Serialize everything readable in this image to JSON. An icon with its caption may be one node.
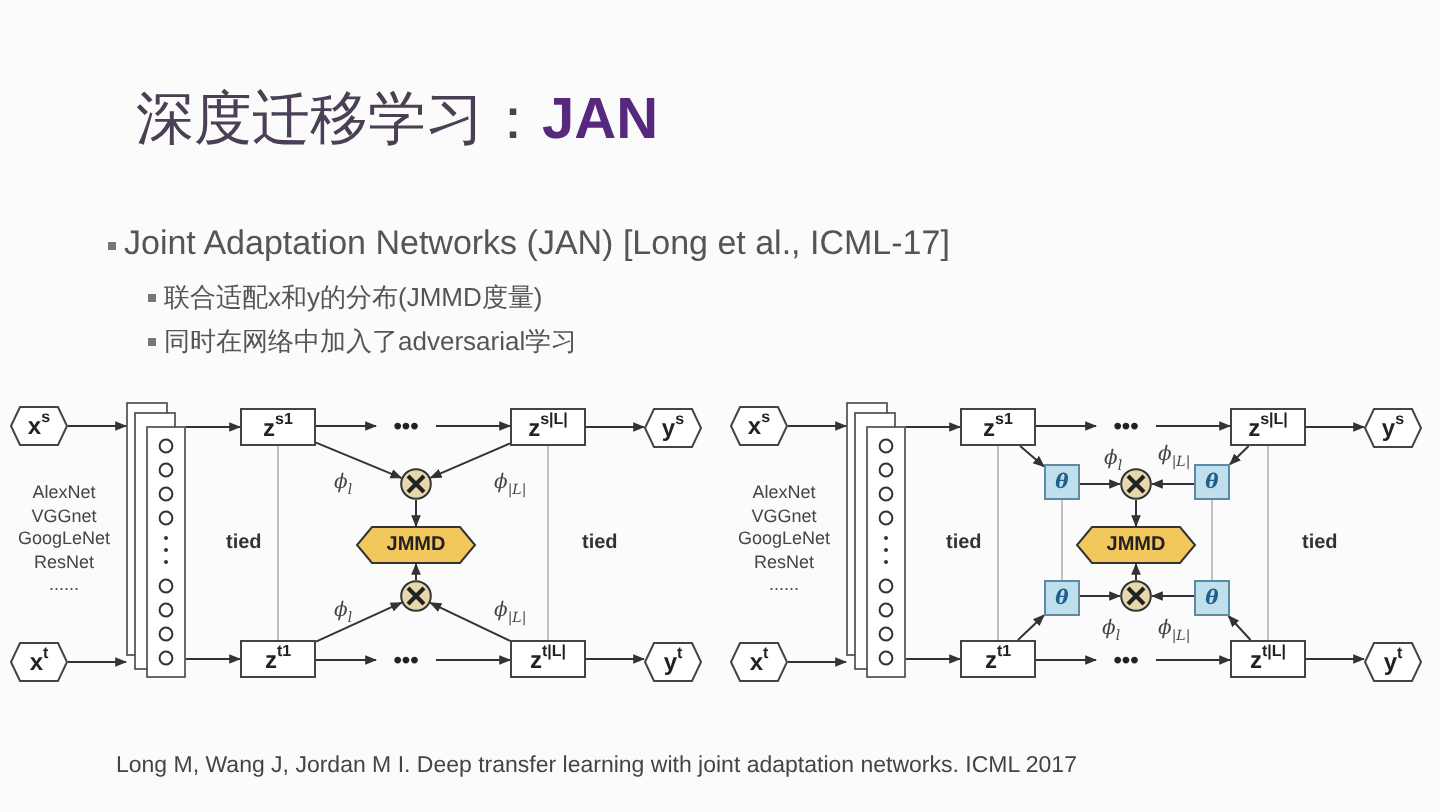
{
  "diagram": {
    "title": "深度迁移学习：**JAN**",
    "caption": "Long M, Wang J, Jordan M I. Deep transfer learning with joint adaptation networks. ICML 2017",
    "nodes": [
      {
        "text": [
          "x$^{s}$"
        ]
      },
      {
        "text": [],
        "shape": "box",
        "beside": [
          "AlexNet",
          "VGGnet",
          "GoogLeNet",
          "ResNet",
          "......"
        ]
      },
      {
        "text": [
          "z$^{s1}$"
        ]
      },
      {
        "text": [
          "•••"
        ]
      },
      {
        "text": [
          "z$^{s|L|}$"
        ]
      },
      {
        "text": [
          "y$^{s}$"
        ]
      },
      {
        "text": [
          "x$^{t}$"
        ]
      },
      {
        "text": [
          "z$^{t1}$"
        ]
      },
      {
        "text": [
          "•••"
        ]
      },
      {
        "text": [
          "z$^{t|L|}$"
        ]
      },
      {
        "text": [
          "y$^{t}$"
        ]
      },
      {
        "text": [],
        "shape": "circle"
      },
      {
        "text": [
          "JMMD"
        ]
      },
      {
        "text": [],
        "shape": "circle"
      },
      {
        "text": [
          "x$^{s}$"
        ]
      },
      {
        "text": [],
        "shape": "box",
        "beside": [
          "AlexNet",
          "VGGnet",
          "GoogLeNet",
          "ResNet",
          "......"
        ]
      },
      {
        "text": [
          "z$^{s1}$"
        ]
      },
      {
        "text": [
          "•••"
        ]
      },
      {
        "text": [
          "z$^{s|L|}$"
        ]
      },
      {
        "text": [
          "y$^{s}$"
        ]
      },
      {
        "text": [
          "x$^{t}$"
        ]
      },
      {
        "text": [
          "z$^{t1}$"
        ]
      },
      {
        "text": [
          "•••"
        ]
      },
      {
        "text": [
          "z$^{t|L|}$"
        ]
      },
      {
        "text": [
          "y$^{t}$"
        ]
      },
      {
        "text": [],
        "shape": "circle"
      },
      {
        "text": [
          "JMMD"
        ]
      },
      {
        "text": [],
        "shape": "circle"
      },
      {
        "text": [
          "θ"
        ]
      },
      {
        "text": [
          "θ"
        ]
      },
      {
        "text": [
          "θ"
        ]
      },
      {
        "text": [
          "θ"
        ]
      }
    ],
    "edges": [
      {
        "from": 0,
        "to": 1,
        "arrow": "to"
      },
      {
        "from": 6,
        "to": 1,
        "arrow": "to"
      },
      {
        "from": 1,
        "to": 2,
        "arrow": "to"
      },
      {
        "from": 1,
        "to": 7,
        "arrow": "to"
      },
      {
        "from": 2,
        "to": 3,
        "arrow": "to"
      },
      {
        "from": 3,
        "to": 4,
        "arrow": "to"
      },
      {
        "from": 4,
        "to": 5,
        "arrow": "to"
      },
      {
        "from": 7,
        "to": 8,
        "arrow": "to"
      },
      {
        "from": 8,
        "to": 9,
        "arrow": "to"
      },
      {
        "from": 9,
        "to": 10,
        "arrow": "to"
      },
      {
        "from": 2,
        "to": 11,
        "arrow": "to",
        "label": "ϕ$_{l}$"
      },
      {
        "from": 4,
        "to": 11,
        "arrow": "to",
        "label": "ϕ$_{|L|}$"
      },
      {
        "from": 7,
        "to": 13,
        "arrow": "to",
        "label": "ϕ$_{l}$"
      },
      {
        "from": 9,
        "to": 13,
        "arrow": "to",
        "label": "ϕ$_{|L|}$"
      },
      {
        "from": 11,
        "to": 12,
        "arrow": "to"
      },
      {
        "from": 13,
        "to": 12,
        "arrow": "to"
      },
      {
        "from": 2,
        "to": 7,
        "arrow": "none",
        "label": "tied",
        "color": "#999999"
      },
      {
        "from": 4,
        "to": 9,
        "arrow": "none",
        "label": "tied",
        "color": "#999999"
      },
      {
        "from": 14,
        "to": 15,
        "arrow": "to"
      },
      {
        "from": 20,
        "to": 15,
        "arrow": "to"
      },
      {
        "from": 15,
        "to": 16,
        "arrow": "to"
      },
      {
        "from": 15,
        "to": 21,
        "arrow": "to"
      },
      {
        "from": 16,
        "to": 17,
        "arrow": "to"
      },
      {
        "from": 17,
        "to": 18,
        "arrow": "to"
      },
      {
        "from": 18,
        "to": 19,
        "arrow": "to"
      },
      {
        "from": 21,
        "to": 22,
        "arrow": "to"
      },
      {
        "from": 22,
        "to": 23,
        "arrow": "to"
      },
      {
        "from": 23,
        "to": 24,
        "arrow": "to"
      },
      {
        "from": 16,
        "to": 28,
        "arrow": "to"
      },
      {
        "from": 28,
        "to": 25,
        "arrow": "to",
        "label": "ϕ$_{l}$"
      },
      {
        "from": 18,
        "to": 29,
        "arrow": "to"
      },
      {
        "from": 29,
        "to": 25,
        "arrow": "to",
        "label": "ϕ$_{|L|}$"
      },
      {
        "from": 21,
        "to": 30,
        "arrow": "to"
      },
      {
        "from": 30,
        "to": 27,
        "arrow": "to",
        "label": "ϕ$_{l}$"
      },
      {
        "from": 23,
        "to": 31,
        "arrow": "to"
      },
      {
        "from": 31,
        "to": 27,
        "arrow": "to",
        "label": "ϕ$_{|L|}$"
      },
      {
        "from": 28,
        "to": 30,
        "arrow": "none",
        "color": "#999999"
      },
      {
        "from": 29,
        "to": 31,
        "arrow": "none",
        "color": "#999999"
      },
      {
        "from": 25,
        "to": 26,
        "arrow": "to"
      },
      {
        "from": 27,
        "to": 26,
        "arrow": "to"
      },
      {
        "from": 16,
        "to": 21,
        "arrow": "none",
        "label": "tied",
        "color": "#999999"
      },
      {
        "from": 18,
        "to": 23,
        "arrow": "none",
        "label": "tied",
        "color": "#999999"
      }
    ],
    "labels": [
      "Joint Adaptation Networks (JAN) [Long et al., ICML-17]",
      "联合适配x和y的分布(JMMD度量)",
      "同时在网络中加入了adversarial学习"
    ]
  }
}
